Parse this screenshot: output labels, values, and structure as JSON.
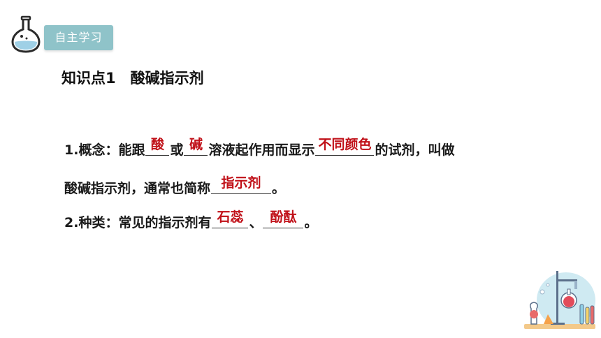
{
  "header": {
    "tag_label": "自主学习"
  },
  "section": {
    "title": "知识点1　酸碱指示剂"
  },
  "concept": {
    "prefix": "1.概念：能跟",
    "blank1": "酸",
    "mid1": "或",
    "blank2": "碱",
    "mid2": "溶液起作用而显示",
    "blank3": "不同颜色",
    "suffix": "的试剂，叫做",
    "line2_prefix": "酸碱指示剂，通常也简称",
    "blank4": "指示剂",
    "line2_suffix": "。"
  },
  "types": {
    "prefix": "2.种类：常见的指示剂有",
    "blank1": "石蕊",
    "sep": "、",
    "blank2": "酚酞",
    "suffix": "。"
  },
  "icons": [
    "flask-icon",
    "lab-equipment-illustration"
  ],
  "colors": {
    "tag_bg": "#8fc3c9",
    "answer_red": "#c01018",
    "flask_liquid": "#9fd0e6"
  }
}
